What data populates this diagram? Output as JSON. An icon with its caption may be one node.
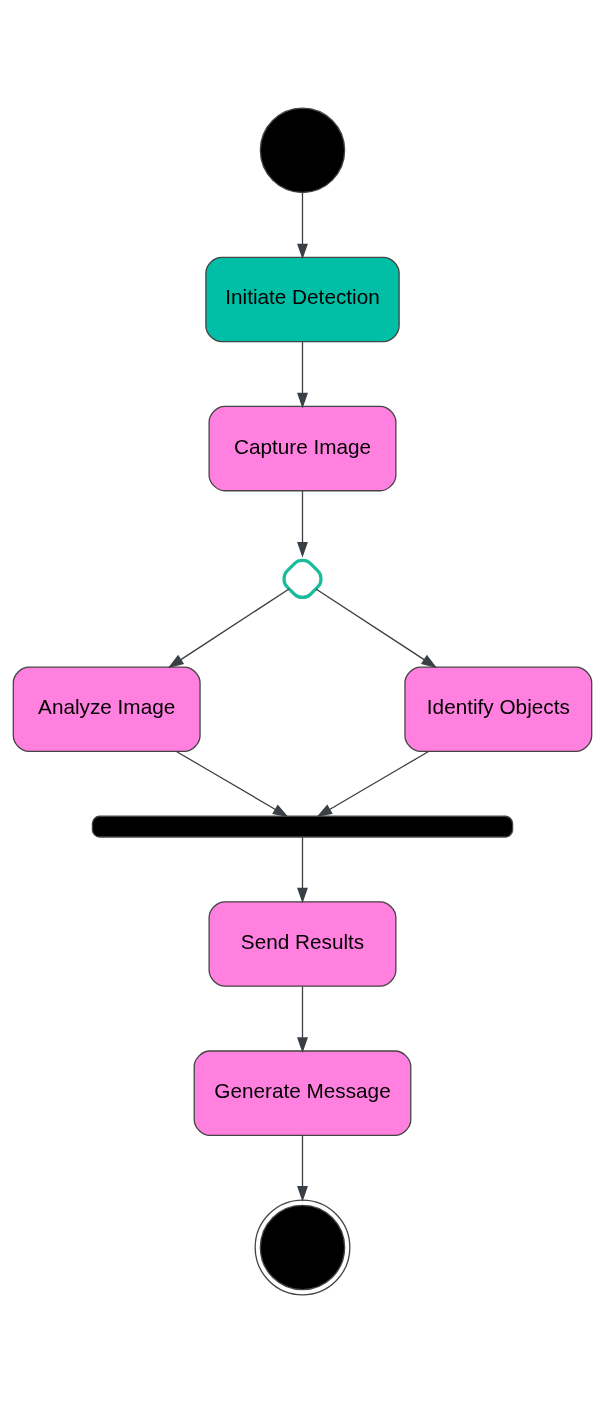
{
  "diagram": {
    "nodes": [
      {
        "text": [],
        "shape": "circle"
      },
      {
        "text": [
          "Initiate Detection"
        ]
      },
      {
        "text": [
          "Capture Image"
        ]
      },
      {
        "text": [],
        "shape": "diamond"
      },
      {
        "text": [
          "Analyze Image"
        ]
      },
      {
        "text": [
          "Identify Objects"
        ]
      },
      {
        "text": [],
        "shape": "bar"
      },
      {
        "text": [
          "Send Results"
        ]
      },
      {
        "text": [
          "Generate Message"
        ]
      },
      {
        "text": [],
        "shape": "circle"
      }
    ],
    "edges": [
      {
        "from": 0,
        "to": 1,
        "arrow": "to"
      },
      {
        "from": 1,
        "to": 2,
        "arrow": "to"
      },
      {
        "from": 2,
        "to": 3,
        "arrow": "to"
      },
      {
        "from": 3,
        "to": 4,
        "arrow": "to"
      },
      {
        "from": 3,
        "to": 5,
        "arrow": "to"
      },
      {
        "from": 4,
        "to": 6,
        "arrow": "to"
      },
      {
        "from": 5,
        "to": 6,
        "arrow": "to"
      },
      {
        "from": 6,
        "to": 7,
        "arrow": "to"
      },
      {
        "from": 7,
        "to": 8,
        "arrow": "to"
      },
      {
        "from": 8,
        "to": 9,
        "arrow": "to"
      }
    ]
  }
}
